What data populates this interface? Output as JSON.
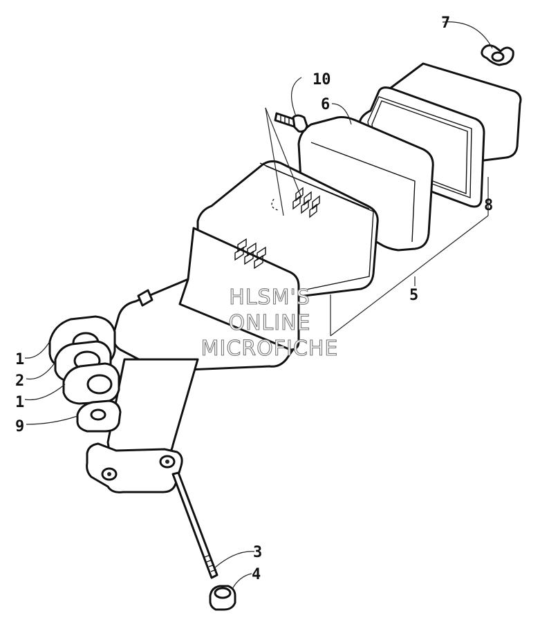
{
  "diagram": {
    "callouts": [
      "1",
      "2",
      "1",
      "9",
      "3",
      "4",
      "5",
      "6",
      "7",
      "8",
      "10"
    ],
    "watermark": [
      "HLSM'S",
      "ONLINE",
      "MICROFICHE"
    ],
    "colors": {
      "line": "#111111",
      "background": "#ffffff",
      "watermark_outline": "#777777"
    }
  }
}
